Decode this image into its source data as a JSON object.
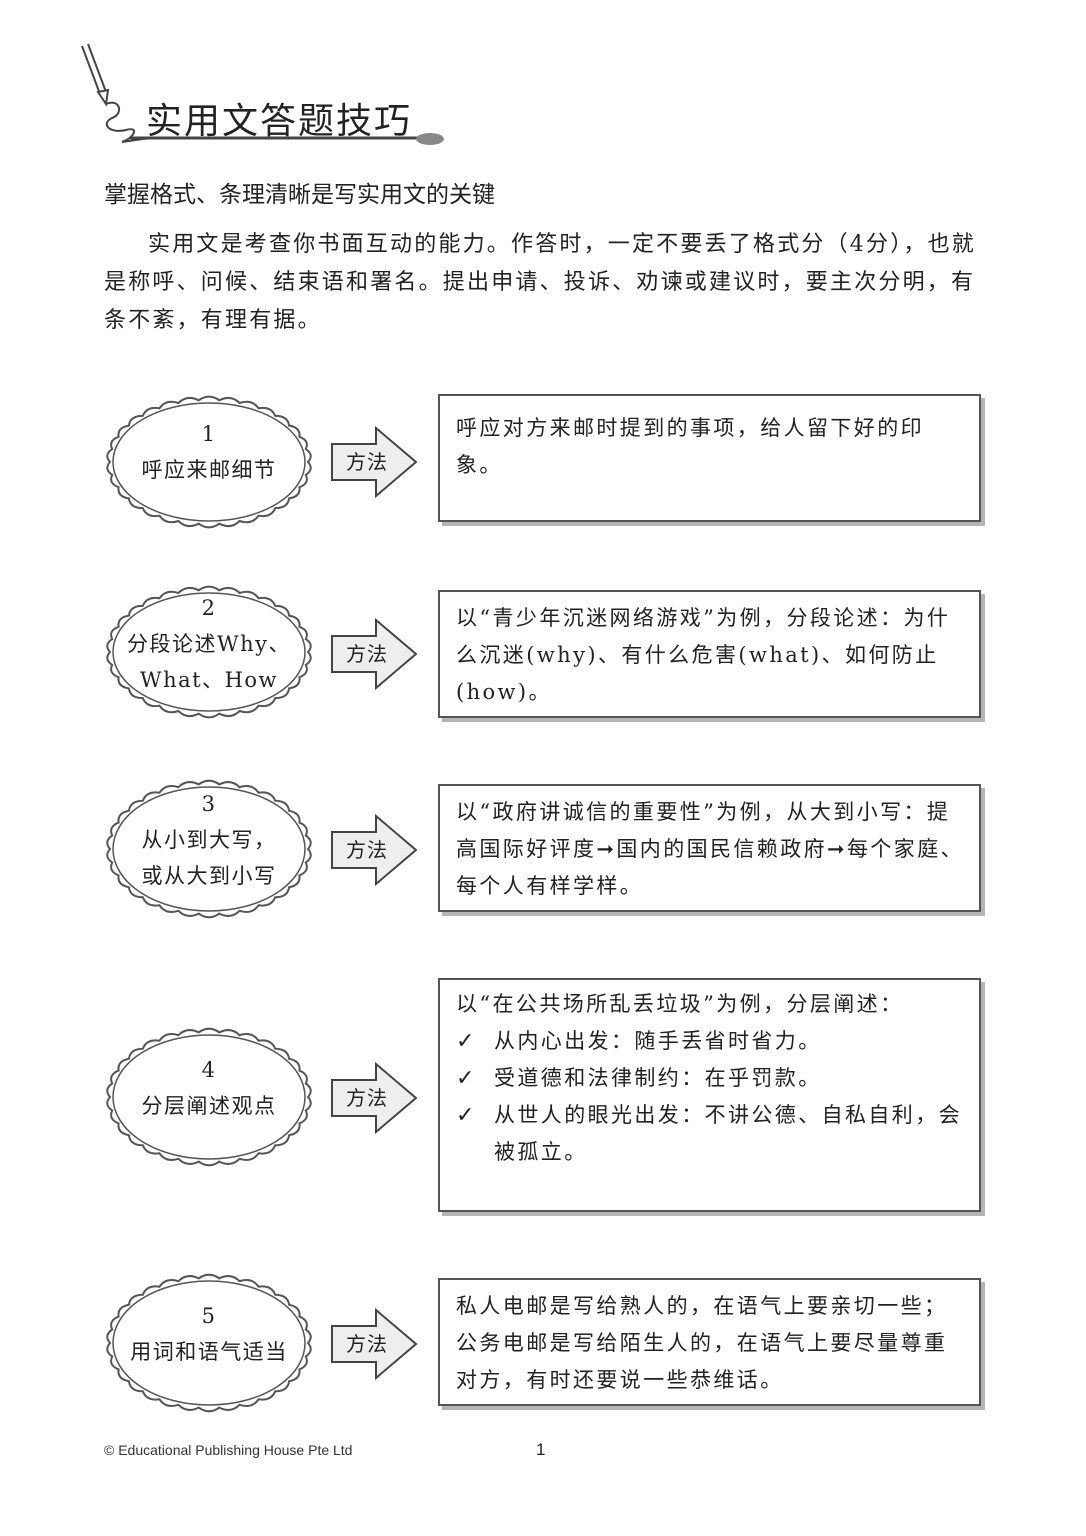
{
  "header": {
    "title": "实用文答题技巧",
    "icon": "pen-icon"
  },
  "subtitle": "掌握格式、条理清晰是写实用文的关键",
  "intro": "实用文是考查你书面互动的能力。作答时，一定不要丢了格式分（4分），也就是称呼、问候、结束语和署名。提出申请、投诉、劝谏或建议时，要主次分明，有条不紊，有理有据。",
  "arrow_label": "方法",
  "tips": [
    {
      "number": "1",
      "title_lines": [
        "呼应来邮细节"
      ],
      "method": "呼应对方来邮时提到的事项，给人留下好的印象。"
    },
    {
      "number": "2",
      "title_lines": [
        "分段论述Why、",
        "What、How"
      ],
      "method": "以“青少年沉迷网络游戏”为例，分段论述：为什么沉迷(why)、有什么危害(what)、如何防止(how)。"
    },
    {
      "number": "3",
      "title_lines": [
        "从小到大写，",
        "或从大到小写"
      ],
      "method": "以“政府讲诚信的重要性”为例，从大到小写：提高国际好评度➞国内的国民信赖政府➞每个家庭、每个人有样学样。"
    },
    {
      "number": "4",
      "title_lines": [
        "分层阐述观点"
      ],
      "method": "以“在公共场所乱丢垃圾”为例，分层阐述：",
      "checklist": [
        "从内心出发：随手丢省时省力。",
        "受道德和法律制约：在乎罚款。",
        "从世人的眼光出发：不讲公德、自私自利，会被孤立。"
      ]
    },
    {
      "number": "5",
      "title_lines": [
        "用词和语气适当"
      ],
      "method": "私人电邮是写给熟人的，在语气上要亲切一些；公务电邮是写给陌生人的，在语气上要尽量尊重对方，有时还要说一些恭维话。"
    }
  ],
  "footer": {
    "copyright": "© Educational Publishing House Pte Ltd",
    "page_number": "1"
  }
}
